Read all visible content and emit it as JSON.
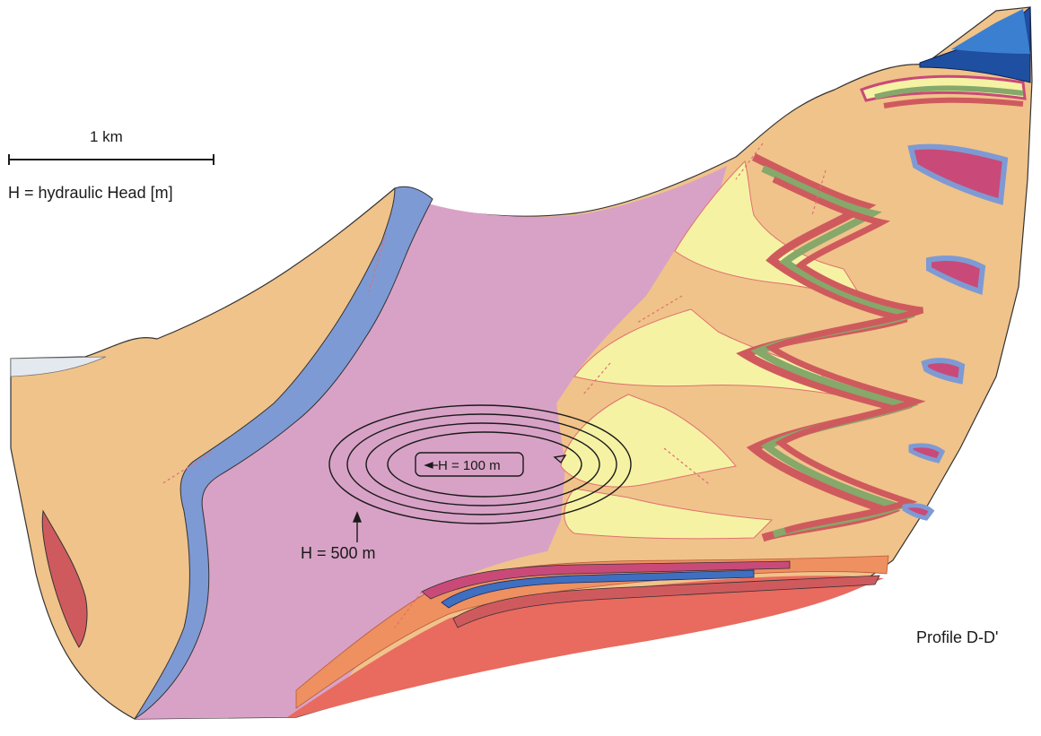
{
  "figure": {
    "scale_bar_label": "1 km",
    "legend_text": "H = hydraulic Head [m]",
    "profile_label": "Profile D-D'",
    "contour_outer_label": "H = 500 m",
    "contour_inner_label": "H = 100 m"
  },
  "colors": {
    "background": "#ffffff",
    "tan": "#f0c38a",
    "pink": "#d8a2c6",
    "blue": "#7e9ad4",
    "yellow": "#f6f2a4",
    "red": "#cf5a5e",
    "green": "#86a86a",
    "magenta": "#c94a78",
    "orange": "#ee9060",
    "coral": "#e96a5e",
    "deep_blue": "#1f4fa0",
    "contour": "#1a1a1a"
  },
  "icons": [
    "arrow-icon"
  ]
}
